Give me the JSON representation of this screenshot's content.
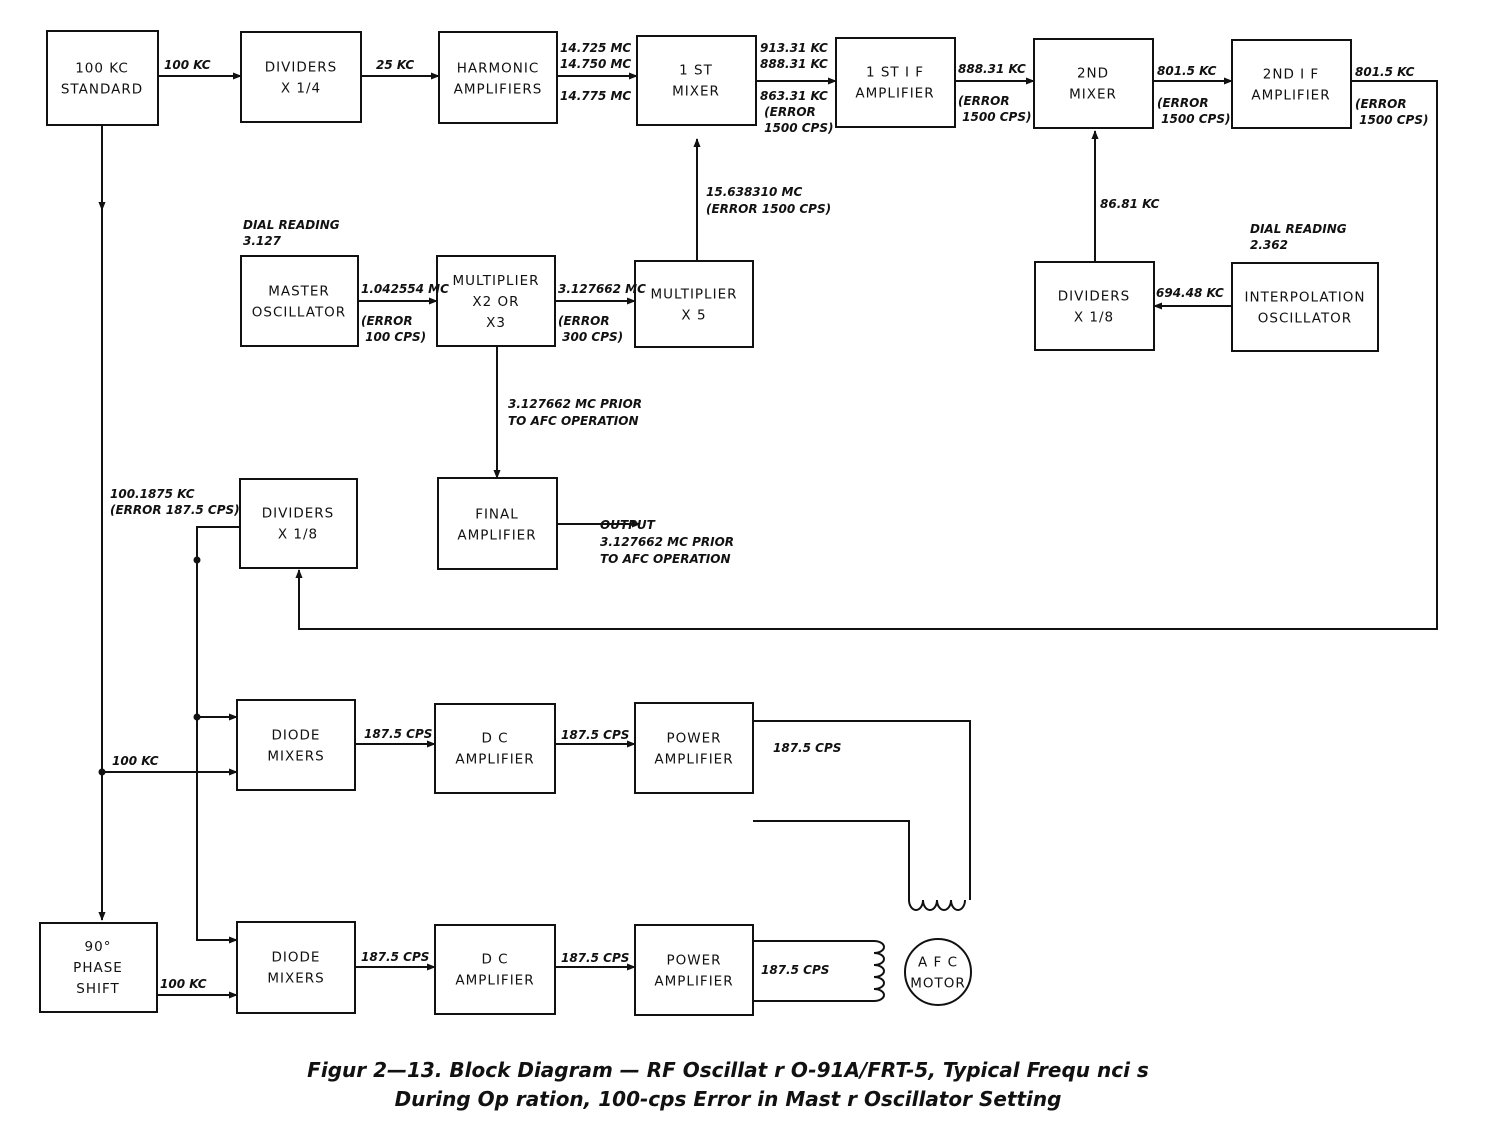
{
  "blocks": {
    "std": [
      "100 KC",
      "STANDARD"
    ],
    "div4": [
      "DIVIDERS",
      "X 1/4"
    ],
    "harm": [
      "HARMONIC",
      "AMPLIFIERS"
    ],
    "mix1": [
      "1 ST",
      "MIXER"
    ],
    "if1": [
      "1 ST  I F",
      "AMPLIFIER"
    ],
    "mix2": [
      "2ND",
      "MIXER"
    ],
    "if2": [
      "2ND  I F",
      "AMPLIFIER"
    ],
    "mosc": [
      "MASTER",
      "OSCILLATOR"
    ],
    "mult23": [
      "MULTIPLIER",
      "X2  OR",
      "X3"
    ],
    "mult5": [
      "MULTIPLIER",
      "X 5"
    ],
    "div8b": [
      "DIVIDERS",
      "X 1/8"
    ],
    "interp": [
      "INTERPOLATION",
      "OSCILLATOR"
    ],
    "final": [
      "FINAL",
      "AMPLIFIER"
    ],
    "div8a": [
      "DIVIDERS",
      "X 1/8"
    ],
    "diode1": [
      "DIODE",
      "MIXERS"
    ],
    "dca1": [
      "D C",
      "AMPLIFIER"
    ],
    "pwr1": [
      "POWER",
      "AMPLIFIER"
    ],
    "phase": [
      "90°",
      "PHASE",
      "SHIFT"
    ],
    "diode2": [
      "DIODE",
      "MIXERS"
    ],
    "dca2": [
      "D C",
      "AMPLIFIER"
    ],
    "pwr2": [
      "POWER",
      "AMPLIFIER"
    ],
    "motor": [
      "A F C",
      "MOTOR"
    ]
  },
  "labels": {
    "std_out": [
      "100 KC"
    ],
    "div4_out": [
      "25 KC"
    ],
    "harm_out": [
      "14.725 MC",
      "14.750 MC",
      "",
      "14.775 MC"
    ],
    "mix1_out": [
      "913.31 KC",
      "888.31 KC",
      "",
      "863.31 KC",
      "   (ERROR",
      "    1500 CPS)"
    ],
    "if1_out": [
      "888.31 KC",
      "",
      "(ERROR",
      " 1500 CPS)"
    ],
    "mix2_out": [
      "801.5 KC",
      "",
      "(ERROR",
      " 1500 CPS)"
    ],
    "if2_out": [
      "801.5 KC",
      "",
      "(ERROR",
      " 1500 CPS)"
    ],
    "mult5_out": [
      "15.638310 MC",
      "(ERROR  1500 CPS)"
    ],
    "dial1": [
      "DIAL   READING",
      "3.127"
    ],
    "mosc_out": [
      "1.042554 MC",
      "",
      "(ERROR",
      " 100 CPS)"
    ],
    "mult23_out": [
      "3.127662 MC",
      "",
      "(ERROR",
      " 300 CPS)"
    ],
    "div8b_out": [
      "86.81 KC"
    ],
    "dial2": [
      "DIAL   READING",
      "2.362"
    ],
    "interp_out": [
      "694.48 KC"
    ],
    "prior": [
      "3.127662  MC   PRIOR",
      "TO  AFC  OPERATION"
    ],
    "output": [
      "OUTPUT",
      "3.127662  MC   PRIOR",
      "TO  AFC  OPERATION"
    ],
    "div8a_in": [
      "100.1875 KC",
      "(ERROR 187.5 CPS)"
    ],
    "ref1": [
      "100 KC"
    ],
    "ref2": [
      "100 KC"
    ],
    "d1_out": [
      "187.5 CPS"
    ],
    "dc1_out": [
      "187.5 CPS"
    ],
    "p1_out": [
      "187.5 CPS"
    ],
    "d2_out": [
      "187.5 CPS"
    ],
    "dc2_out": [
      "187.5 CPS"
    ],
    "p2_out": [
      "187.5 CPS"
    ]
  },
  "caption": [
    "Figur   2—13.    Block Diagram — RF Oscillat  r O-91A/FRT-5, Typical Frequ  nci  s",
    "During Op  ration, 100-cps Error in Mast  r Oscillator Setting"
  ]
}
